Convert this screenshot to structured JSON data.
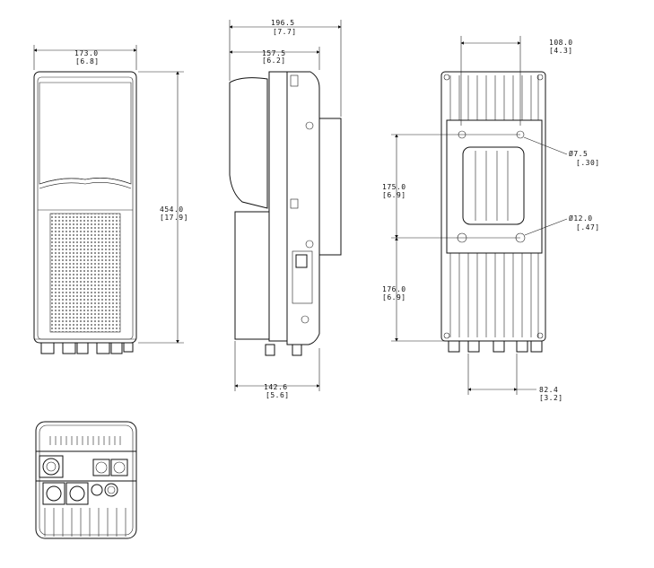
{
  "views": {
    "front": {
      "width_mm": "173.0",
      "width_in": "[6.8]",
      "height_mm": "454.0",
      "height_in": "[17.9]"
    },
    "side": {
      "depth_total_mm": "196.5",
      "depth_total_in": "[7.7]",
      "depth_housing_mm": "157.5",
      "depth_housing_in": "[6.2]",
      "depth_bottom_mm": "142.6",
      "depth_bottom_in": "[5.6]"
    },
    "rear": {
      "bracket_offset_mm": "108.0",
      "bracket_offset_in": "[4.3]",
      "upper_spacing_mm": "175.0",
      "upper_spacing_in": "[6.9]",
      "lower_spacing_mm": "176.0",
      "lower_spacing_in": "[6.9]",
      "hole_small_mm": "Ø7.5",
      "hole_small_in": "[.30]",
      "hole_large_mm": "Ø12.0",
      "hole_large_in": "[.47]",
      "connector_offset_mm": "82.4",
      "connector_offset_in": "[3.2]"
    }
  }
}
